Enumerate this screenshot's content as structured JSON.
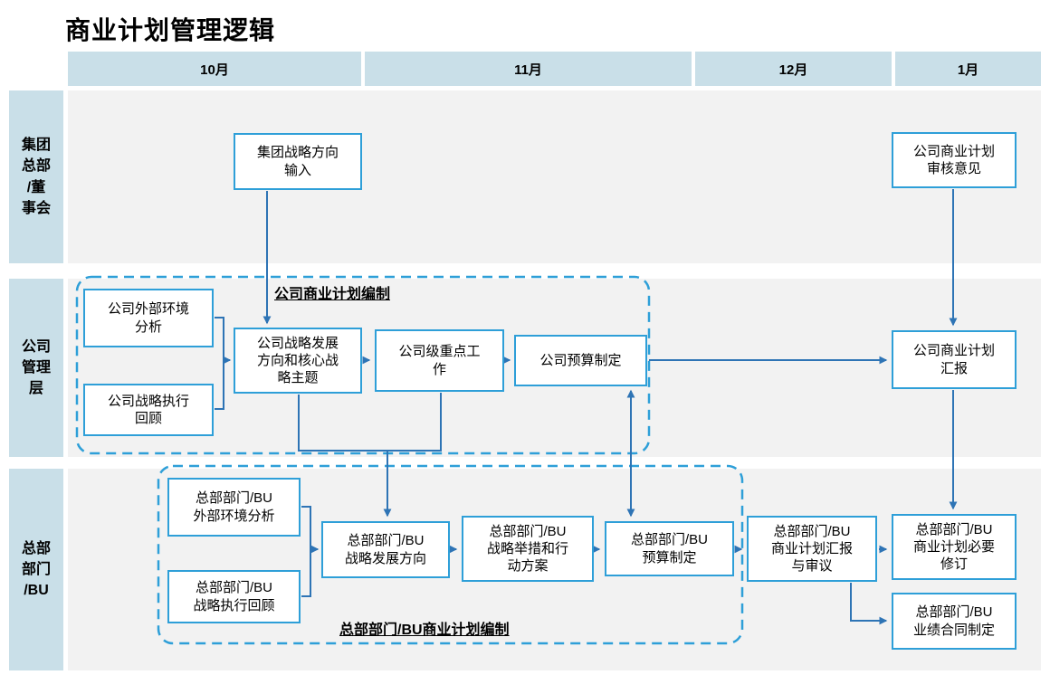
{
  "title": "商业计划管理逻辑",
  "colors": {
    "header-bg": "#c9dfe8",
    "lane-bg": "#f2f2f2",
    "box-border": "#2e9fd8",
    "arrow": "#2e74b5",
    "text": "#000000"
  },
  "months": [
    "10月",
    "11月",
    "12月",
    "1月"
  ],
  "lanes": [
    "集团\n总部\n/董\n事会",
    "公司\n管理\n层",
    "总部\n部门\n/BU"
  ],
  "groups": [
    "公司商业计划编制",
    "总部部门/BU商业计划编制"
  ],
  "boxes": [
    "集团战略方向\n输入",
    "公司商业计划\n审核意见",
    "公司外部环境\n分析",
    "公司战略执行\n回顾",
    "公司战略发展\n方向和核心战\n略主题",
    "公司级重点工\n作",
    "公司预算制定",
    "公司商业计划\n汇报",
    "总部部门/BU\n外部环境分析",
    "总部部门/BU\n战略执行回顾",
    "总部部门/BU\n战略发展方向",
    "总部部门/BU\n战略举措和行\n动方案",
    "总部部门/BU\n预算制定",
    "总部部门/BU\n商业计划汇报\n与审议",
    "总部部门/BU\n商业计划必要\n修订",
    "总部部门/BU\n业绩合同制定"
  ]
}
